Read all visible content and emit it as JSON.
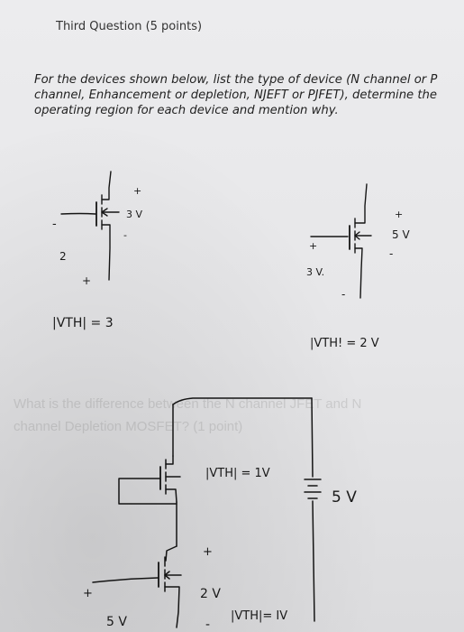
{
  "question": {
    "title": "Third Question (5 points)",
    "body": "For the devices shown below, list the type of device (N channel or P channel, Enhancement or depletion, NJEFT or PJFET), determine the operating region for each device and mention why."
  },
  "background_text": {
    "line1": "What is the difference between the N channel JFET and N",
    "line2": "channel Depletion MOSFET? (1 point)"
  },
  "device1": {
    "plus_top": "+",
    "v_ds": "3 V",
    "minus_mid": "-",
    "minus_left": "-",
    "v_gs": "2",
    "plus_bottom": "+",
    "vth": "|VTH| = 3"
  },
  "device2": {
    "plus_top": "+",
    "v_ds": "5 V",
    "minus_right": "-",
    "plus_gate": "+",
    "v_gs": "3 V.",
    "minus_bottom": "-",
    "vth": "|VTH! = 2 V"
  },
  "device3": {
    "vth_upper": "|VTH| = 1V",
    "supply": "5 V",
    "plus_right": "+",
    "v_mid": "2 V",
    "plus_gate": "+",
    "v_gate": "5 V",
    "minus_bottom": "-",
    "vth_lower": "|VTH|= IV"
  }
}
